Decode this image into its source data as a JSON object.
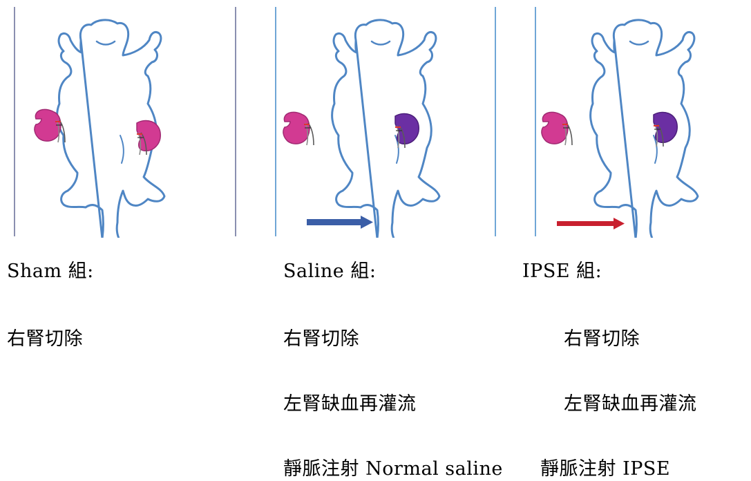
{
  "colors": {
    "outline": "#4f86c4",
    "kidney_normal": "#d23a92",
    "kidney_ischemic": "#6b2fa3",
    "arrow_saline": "#3b5ea7",
    "arrow_ipse": "#c8202f",
    "divider": "#8a8fb0"
  },
  "groups": [
    {
      "title": "Sham  組:",
      "lines": [
        "右腎切除"
      ],
      "kidney_state": "normal",
      "arrow": "none"
    },
    {
      "title": "Saline 組:",
      "lines": [
        "右腎切除",
        "左腎缺血再灌流",
        "靜脈注射 Normal saline"
      ],
      "kidney_state": "ischemic",
      "arrow": "blue"
    },
    {
      "title": "IPSE  組:",
      "lines": [
        "右腎切除",
        "左腎缺血再灌流",
        "靜脈注射 IPSE"
      ],
      "kidney_state": "ischemic",
      "arrow": "red"
    }
  ]
}
